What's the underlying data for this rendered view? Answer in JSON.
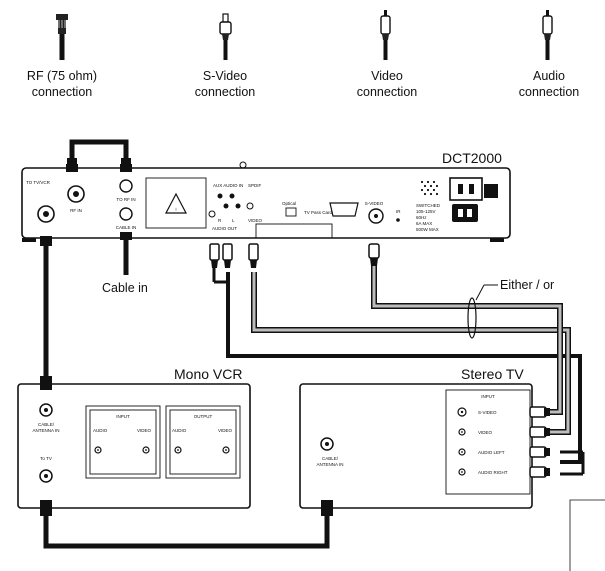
{
  "legend": {
    "rf": {
      "line1": "RF (75 ohm)",
      "line2": "connection",
      "icon": "rf-coax-connector-icon"
    },
    "svideo": {
      "line1": "S-Video",
      "line2": "connection",
      "icon": "svideo-connector-icon"
    },
    "video": {
      "line1": "Video",
      "line2": "connection",
      "icon": "rca-video-connector-icon"
    },
    "audio": {
      "line1": "Audio",
      "line2": "connection",
      "icon": "rca-audio-connector-icon"
    }
  },
  "dct": {
    "title": "DCT2000",
    "to_tv_vcr": "TO TV/VCR",
    "rf_in": "RF IN",
    "to_rf_in": "TO RF IN",
    "cable_in_port": "CABLE IN",
    "aux_audio_in": "AUX AUDIO IN",
    "spdif": "SPDIF",
    "r": "R",
    "l": "L",
    "audio_out": "AUDIO OUT",
    "video": "VIDEO",
    "optical": "Optical",
    "tv_pass_card": "TV Pass Card",
    "s_video": "S-VIDEO",
    "ir": "IR",
    "switched_1": "SWITCHED",
    "switched_2": "105-125V",
    "switched_3": "60Hz",
    "switched_4": "6A MAX",
    "switched_5": "500W MAX"
  },
  "cable_in_label": "Cable in",
  "either_or_label": "Either / or",
  "vcr": {
    "title": "Mono VCR",
    "antenna_line1": "CABLE/",
    "antenna_line2": "ANTENNA IN",
    "to_tv": "To TV",
    "input_title": "INPUT",
    "output_title": "OUTPUT",
    "audio": "AUDIO",
    "video": "VIDEO"
  },
  "tv": {
    "title": "Stereo TV",
    "antenna_line1": "CABLE/",
    "antenna_line2": "ANTENNA IN",
    "input_title": "INPUT",
    "svideo": "S-VIDEO",
    "video": "VIDEO",
    "audio_left": "AUDIO LEFT",
    "audio_right": "AUDIO RIGHT"
  }
}
